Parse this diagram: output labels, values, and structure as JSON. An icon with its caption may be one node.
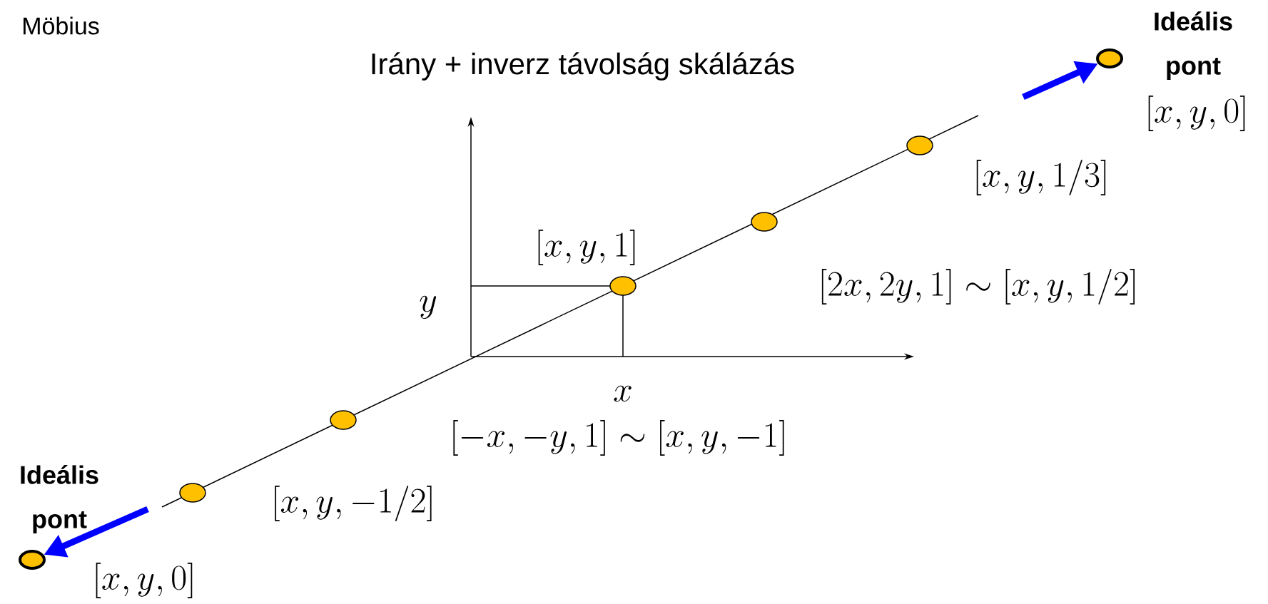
{
  "diagram": {
    "title": "Irány + inverz távolság skálázás",
    "nodes": [
      {
        "text": [],
        "shape": "circle"
      },
      {
        "text": [],
        "shape": "circle"
      },
      {
        "text": [],
        "shape": "circle"
      },
      {
        "text": [],
        "shape": "circle"
      },
      {
        "text": [],
        "shape": "circle"
      },
      {
        "text": [],
        "shape": "circle"
      },
      {
        "text": [],
        "shape": "circle"
      }
    ],
    "edges": [
      {
        "from": null,
        "to": 0,
        "arrow": "to"
      },
      {
        "from": null,
        "to": 6,
        "arrow": "to"
      }
    ],
    "labels": [
      "Möbius",
      "Ideális pont",
      "[x, y, 0]",
      "[x, y, 1/3]",
      "[x, y, 1]",
      "[2x, 2y, 1] \\sim [x, y, 1/2]",
      "y",
      "x",
      "[-x, -y, 1] \\sim [x, y, -1]",
      "Ideális pont",
      "[x, y, -1/2]",
      "[x, y, 0]"
    ]
  }
}
